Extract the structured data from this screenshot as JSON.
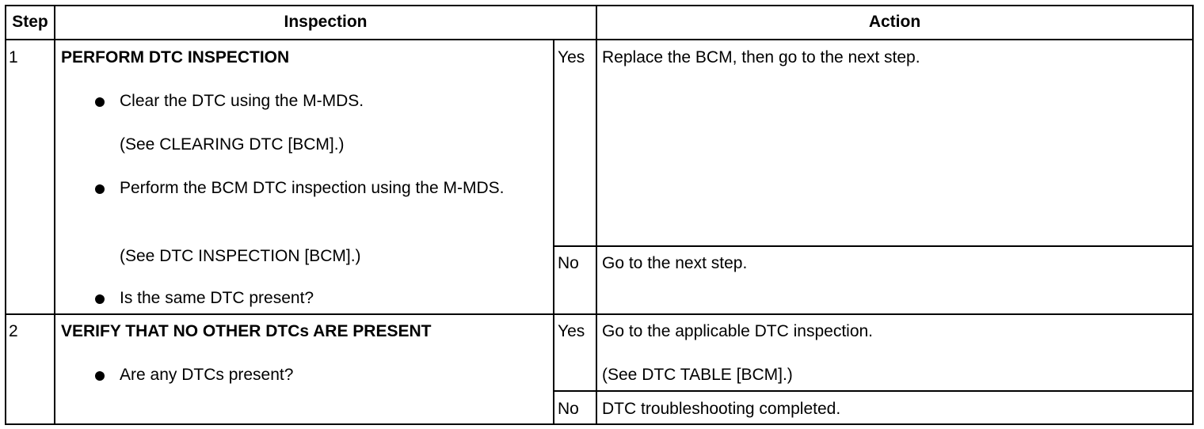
{
  "header": {
    "step": "Step",
    "inspection": "Inspection",
    "action": "Action"
  },
  "rows": [
    {
      "step": "1",
      "title": "PERFORM DTC INSPECTION",
      "items": [
        {
          "bullet": "Clear the DTC using the M-MDS.",
          "ref": "(See CLEARING DTC [BCM].)"
        },
        {
          "bullet": "Perform the BCM DTC inspection using the M-MDS.",
          "ref": "(See DTC INSPECTION [BCM].)"
        },
        {
          "bullet": "Is the same DTC present?"
        }
      ],
      "yes": {
        "label": "Yes",
        "action": "Replace the BCM, then go to the next step."
      },
      "no": {
        "label": "No",
        "action": "Go to the next step."
      }
    },
    {
      "step": "2",
      "title": "VERIFY THAT NO OTHER DTCs ARE PRESENT",
      "items": [
        {
          "bullet": "Are any DTCs present?"
        }
      ],
      "yes": {
        "label": "Yes",
        "action": "Go to the applicable DTC inspection.",
        "ref": "(See DTC TABLE [BCM].)"
      },
      "no": {
        "label": "No",
        "action": "DTC troubleshooting completed."
      }
    }
  ]
}
